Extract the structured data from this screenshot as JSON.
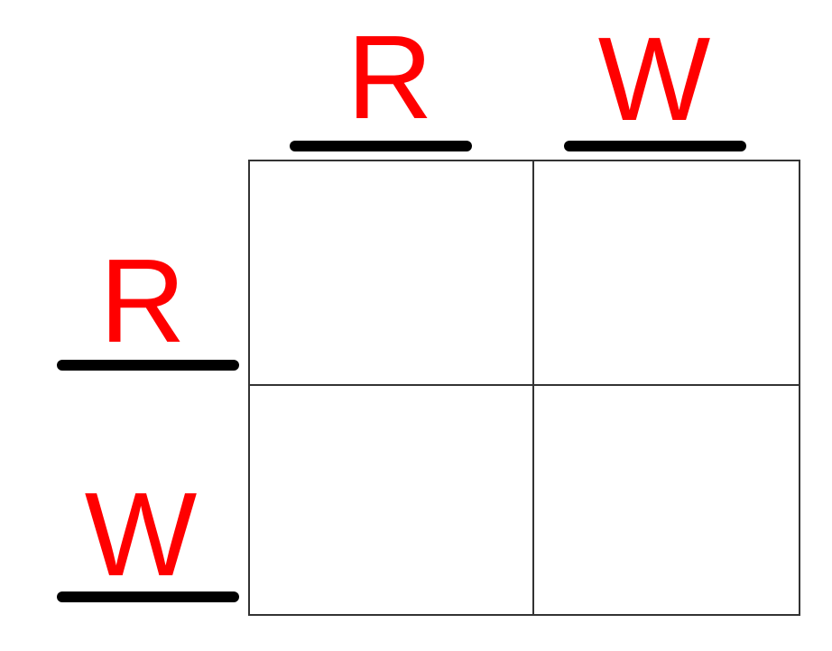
{
  "punnett": {
    "top_alleles": [
      "R",
      "W"
    ],
    "left_alleles": [
      "R",
      "W"
    ],
    "cells": [
      [
        "",
        ""
      ],
      [
        "",
        ""
      ]
    ],
    "allele_color": "#ff0000",
    "line_color": "#000000",
    "grid_color": "#333333"
  }
}
